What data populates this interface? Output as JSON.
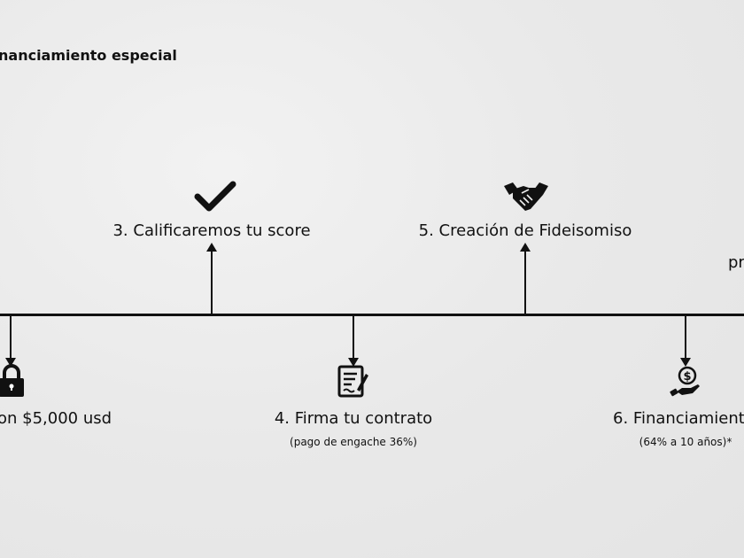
{
  "title": "nanciamiento especial",
  "steps": {
    "step2": {
      "label": "on $5,000 usd",
      "icon": "lock-icon"
    },
    "step3": {
      "label": "3. Calificaremos tu score",
      "icon": "check-icon"
    },
    "step4": {
      "label": "4. Firma tu contrato",
      "sub": "(pago de engache 36%)",
      "icon": "contract-sign-icon"
    },
    "step5": {
      "label": "5. Creación de Fideisomiso",
      "icon": "handshake-icon"
    },
    "step6": {
      "label": "6. Financiamient",
      "sub": "(64% a 10 años)*",
      "icon": "money-hand-icon"
    },
    "step7": {
      "label": "pr"
    }
  }
}
